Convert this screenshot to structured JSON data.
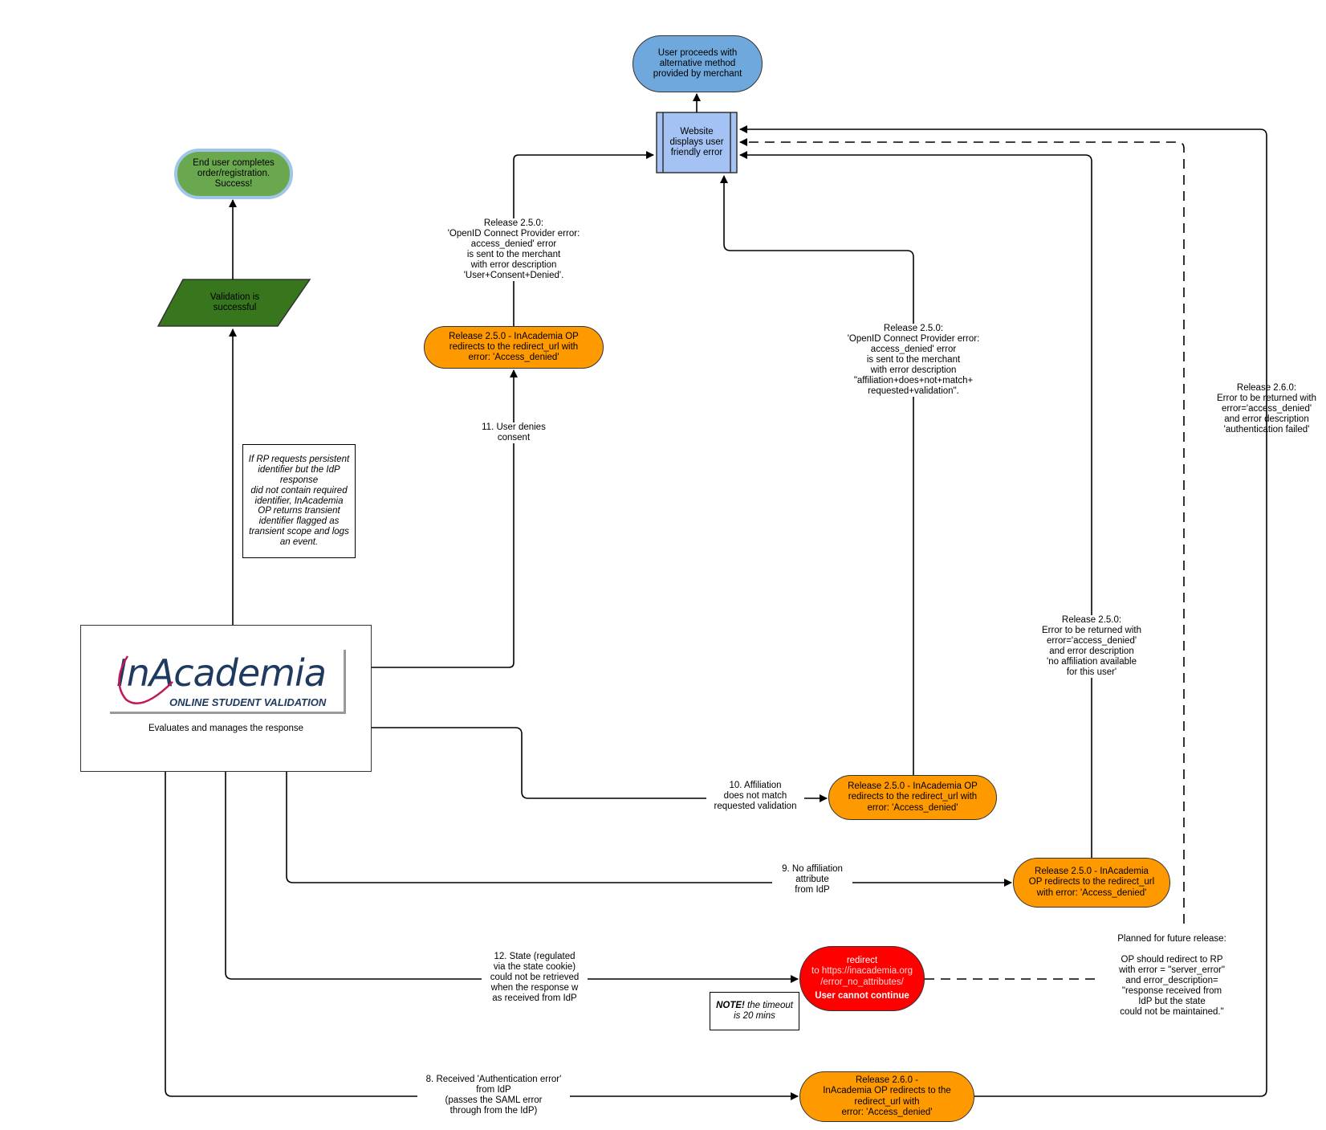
{
  "nodes": {
    "user_proceeds": "User proceeds with\nalternative method\nprovided by merchant",
    "website_error": "Website\ndisplays user\nfriendly error",
    "end_user_success": "End user completes\norder/registration.\nSuccess!",
    "validation_successful": "Validation is\nsuccessful",
    "consent_denied_redirect": "Release 2.5.0 - InAcademia OP\nredirects to  the redirect_url with\nerror: 'Access_denied'",
    "affiliation_mismatch_redirect": "Release 2.5.0 - InAcademia OP\nredirects to  the redirect_url with\nerror: 'Access_denied'",
    "no_affiliation_redirect": "Release 2.5.0 - InAcademia\nOP redirects to  the redirect_url\nwith error: 'Access_denied'",
    "error_no_attributes": {
      "line1": "redirect",
      "line2": "to https://inacademia.org\n/error_no_attributes/",
      "line3": "User cannot continue"
    },
    "auth_error_redirect": "Release 2.6.0 -\nInAcademia OP redirects to  the\nredirect_url with\nerror: 'Access_denied'",
    "inacademia_box": {
      "logo_text": "InAcademia",
      "logo_subtitle": "ONLINE STUDENT VALIDATION",
      "caption": "Evaluates and manages the response"
    }
  },
  "notes": {
    "persistent_identifier": "If RP requests persistent\nidentifier but  the IdP\nresponse\ndid not contain required\nidentifier, InAcademia\nOP returns transient\nidentifier flagged as\ntransient scope and logs\nan event.",
    "timeout_bold": "NOTE!",
    "timeout_rest": " the timeout\nis 20 mins"
  },
  "labels": {
    "consent_error": "Release 2.5.0:\n'OpenID Connect Provider error:\naccess_denied' error\nis sent to the merchant\nwith error description\n'User+Consent+Denied'.",
    "affiliation_error": "Release 2.5.0:\n'OpenID Connect Provider error:\naccess_denied' error\nis sent to the merchant\nwith error description\n\"affiliation+does+not+match+\nrequested+validation\".",
    "no_affiliation_error": "Release 2.5.0:\nError to be returned with\nerror='access_denied'\nand error description\n'no affiliation available\nfor this user'",
    "auth_failed_error": "Release 2.6.0:\nError to be returned with\nerror='access_denied'\nand error description\n'authentication failed'",
    "step11": "11. User denies\nconsent",
    "step10": "10. Affiliation\ndoes not match\nrequested validation",
    "step9": "9. No affiliation\nattribute\nfrom IdP",
    "step12": "12. State (regulated\nvia the state cookie)\ncould not be retrieved\nwhen the response w\nas received from IdP",
    "step8": "8. Received 'Authentication error'\nfrom IdP\n(passes the SAML error\nthrough from the IdP)",
    "future_release": "Planned for future release:\n\nOP should redirect to RP\nwith error = \"server_error\"\nand error_description=\n\"response received from\nIdP but the state\ncould not be maintained.\""
  },
  "colors": {
    "orange": "#ff9900",
    "blue": "#6fa8dc",
    "light_blue": "#a4c2f4",
    "green": "#6aa84f",
    "dark_green": "#38761d",
    "red": "#ff0000"
  }
}
